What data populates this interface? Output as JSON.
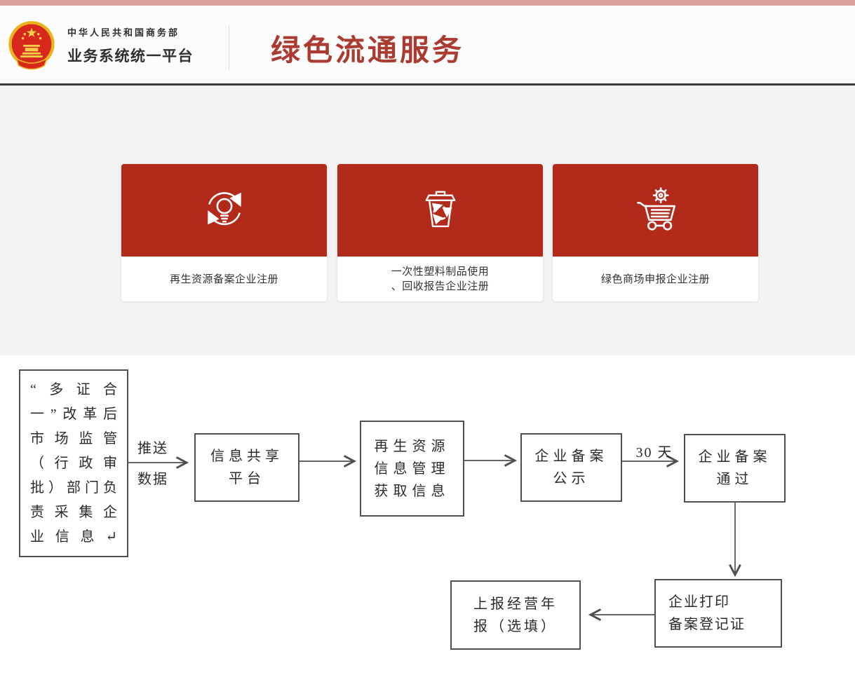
{
  "header": {
    "ministry": "中华人民共和国商务部",
    "platform": "业务系统统一平台",
    "page_title": "绿色流通服务",
    "logo_icon": "national-emblem-icon"
  },
  "colors": {
    "topbar_pink": "#d9a09e",
    "card_red": "#b22a1a",
    "title_red": "#a93b31",
    "band_gray": "#f4f3f3",
    "header_rule_dark": "#3a3a3a",
    "flow_stroke": "#4f4f4f"
  },
  "cards": [
    {
      "icon": "recycle-lightbulb-icon",
      "label_lines": [
        "再生资源备案企业注册"
      ]
    },
    {
      "icon": "recycle-bin-icon",
      "label_lines": [
        "一次性塑料制品使用",
        "、回收报告企业注册"
      ]
    },
    {
      "icon": "cart-gear-icon",
      "label_lines": [
        "绿色商场申报企业注册"
      ]
    }
  ],
  "flowchart": {
    "collect": {
      "lines": [
        "“多证合",
        "一”改革后",
        "市场监管",
        "（行政审",
        "批）部门负",
        "责采集企",
        "业信息↵"
      ]
    },
    "share": {
      "lines": [
        "信息共享",
        "平台"
      ]
    },
    "renew": {
      "lines": [
        "再生资源",
        "信息管理",
        "获取信息"
      ]
    },
    "public": {
      "lines": [
        "企业备案",
        "公示"
      ]
    },
    "pass": {
      "lines": [
        "企业备案",
        "通过"
      ]
    },
    "print": {
      "lines": [
        "企业打印",
        "备案登记证"
      ]
    },
    "report": {
      "lines": [
        "上报经营年",
        "报（选填）"
      ]
    },
    "edge_push": {
      "lines": [
        "推送",
        "数据"
      ]
    },
    "edge_days": "30 天"
  }
}
